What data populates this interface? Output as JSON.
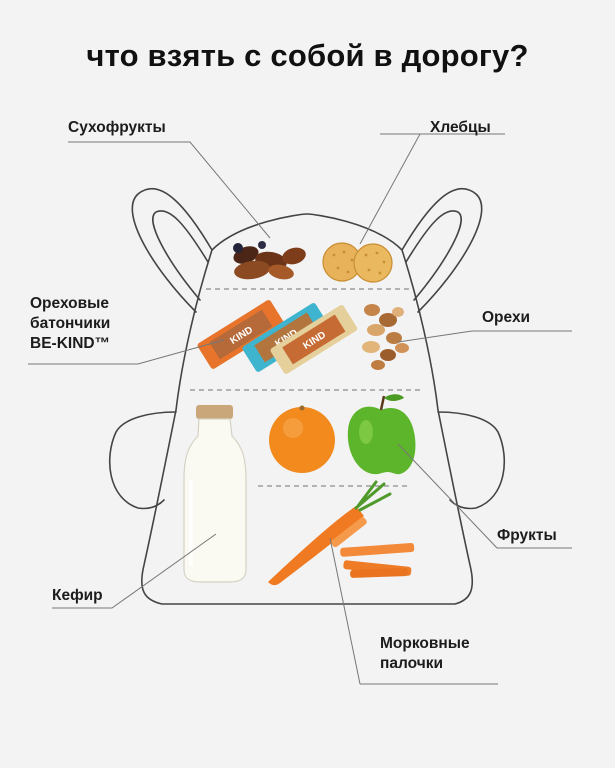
{
  "title": "что взять с собой в дорогу?",
  "labels": {
    "dried_fruits": "Сухофрукты",
    "crispbread": "Хлебцы",
    "nut_bars_line1": "Ореховые",
    "nut_bars_line2": "батончики",
    "nut_bars_line3": "BE-KIND™",
    "nuts": "Орехи",
    "fruits": "Фрукты",
    "kefir": "Кефир",
    "carrot_sticks_line1": "Морковные",
    "carrot_sticks_line2": "палочки"
  },
  "bar_brand": "KIND",
  "colors": {
    "background": "#f3f3f3",
    "outline": "#444444",
    "leader": "#777777",
    "orange": "#f28a1e",
    "apple": "#5cb52a",
    "carrot": "#f07a22",
    "milk": "#fbfaf2",
    "cap": "#c9a77a"
  }
}
